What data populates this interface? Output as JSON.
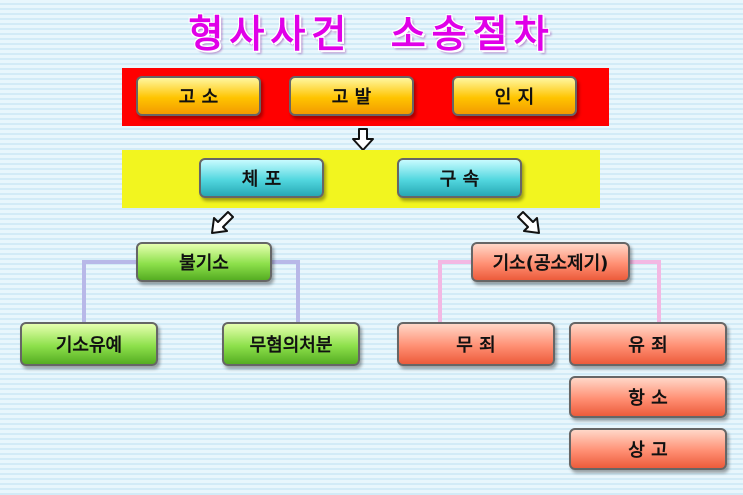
{
  "title": "형사사건  소송절차",
  "start": [
    "고 소",
    "고 발",
    "인 지"
  ],
  "detention": [
    "체 포",
    "구 속"
  ],
  "non_prosecution": {
    "label": "불기소",
    "outcomes": [
      "기소유예",
      "무혐의처분"
    ]
  },
  "prosecution": {
    "label": "기소(공소제기)",
    "outcomes": [
      "무 죄",
      "유 죄",
      "항 소",
      "상 고"
    ]
  },
  "colors": {
    "title": "#e000e8",
    "start_band": "#ff0000",
    "detention_band": "#f2f51f",
    "connector_left": "#b8b8e8",
    "connector_right": "#f3b8e3"
  }
}
